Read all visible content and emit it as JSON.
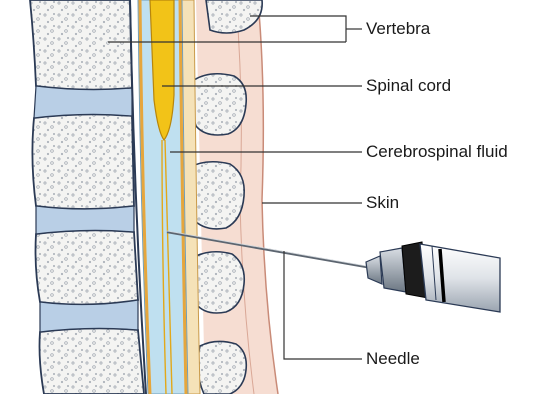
{
  "diagram": {
    "labels": {
      "vertebra": "Vertebra",
      "spinal_cord": "Spinal cord",
      "csf": "Cerebrospinal fluid",
      "skin": "Skin",
      "needle": "Needle"
    },
    "colors": {
      "bone_outline": "#2b3a55",
      "vertebral_body": "#f4f4f2",
      "bone_speckle": "#9aa2ac",
      "disc": "#b9cfe6",
      "csf": "#bfe0f0",
      "spinal_cord": "#f2c318",
      "dura": "#e6a63c",
      "skin": "#f6ddd2",
      "skin_edge": "#c98b78",
      "leader_line": "#333333"
    }
  }
}
